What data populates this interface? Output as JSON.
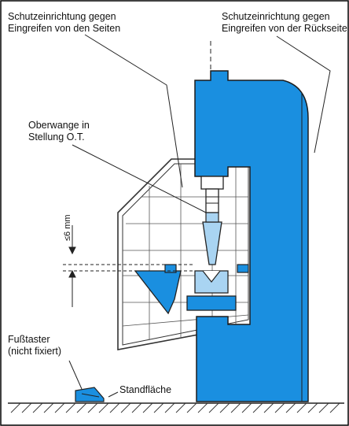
{
  "labels": {
    "side_guard": [
      "Schutzeinrichtung gegen",
      "Eingreifen von den Seiten"
    ],
    "rear_guard": [
      "Schutzeinrichtung gegen",
      "Eingreifen von der Rückseite"
    ],
    "upper_beam": [
      "Oberwange in",
      "Stellung O.T."
    ],
    "dimension": "≤6 mm",
    "foot_switch": [
      "Fußtaster",
      "(nicht fixiert)"
    ],
    "floor": "Standfläche"
  },
  "colors": {
    "machine": "#1a8fe0",
    "outline": "#222222",
    "grid": "#555555",
    "frame": "#000000"
  }
}
